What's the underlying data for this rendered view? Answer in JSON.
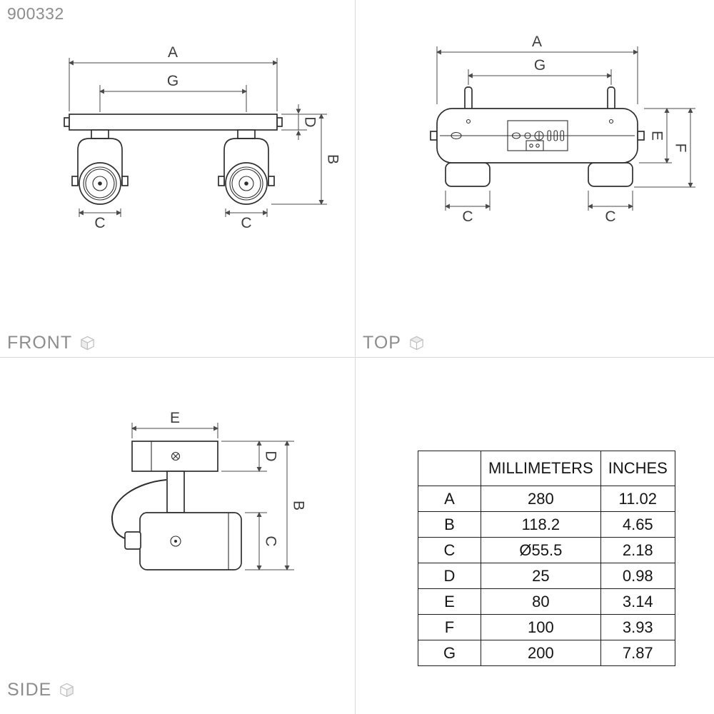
{
  "product_code": "900332",
  "views": {
    "front": {
      "label": "FRONT"
    },
    "top": {
      "label": "TOP"
    },
    "side": {
      "label": "SIDE"
    }
  },
  "dims": {
    "A": "A",
    "B": "B",
    "C": "C",
    "D": "D",
    "E": "E",
    "F": "F",
    "G": "G"
  },
  "table": {
    "col_headers": {
      "mm": "MILLIMETERS",
      "inches": "INCHES"
    },
    "rows": [
      {
        "dim": "A",
        "mm": "280",
        "inches": "11.02"
      },
      {
        "dim": "B",
        "mm": "118.2",
        "inches": "4.65"
      },
      {
        "dim": "C",
        "mm": "Ø55.5",
        "inches": "2.18"
      },
      {
        "dim": "D",
        "mm": "25",
        "inches": "0.98"
      },
      {
        "dim": "E",
        "mm": "80",
        "inches": "3.14"
      },
      {
        "dim": "F",
        "mm": "100",
        "inches": "3.93"
      },
      {
        "dim": "G",
        "mm": "200",
        "inches": "7.87"
      }
    ]
  },
  "colors": {
    "line": "#2f2f2f",
    "dimension": "#4a4a4a",
    "muted_label": "#8d8d8d"
  }
}
